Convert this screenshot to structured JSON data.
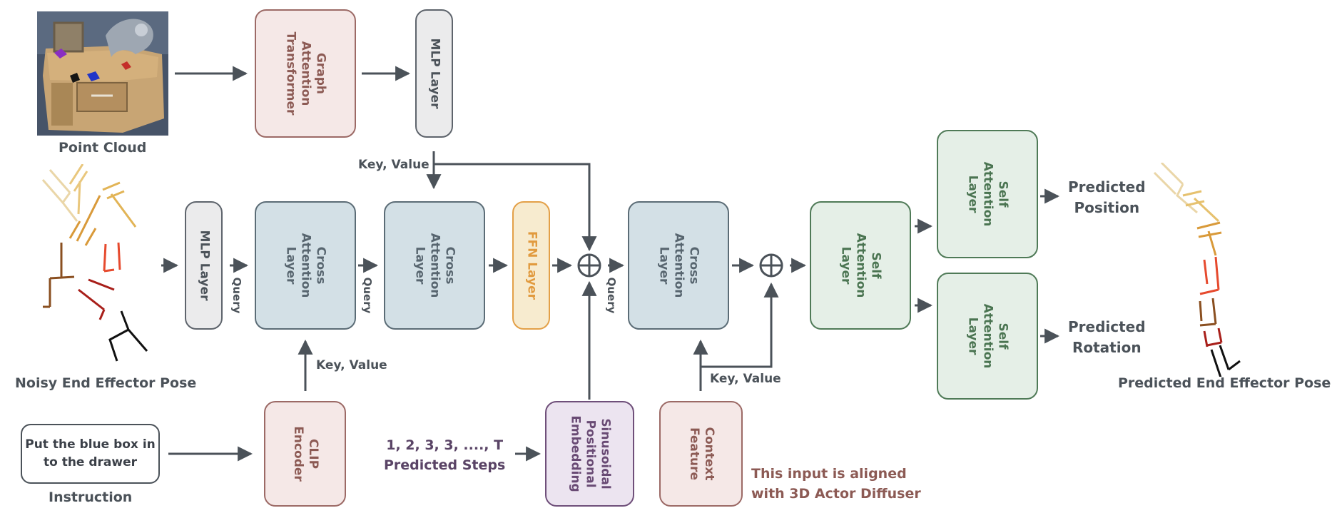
{
  "labels": {
    "point_cloud": "Point Cloud",
    "noisy_pose": "Noisy End Effector Pose",
    "instruction": "Instruction",
    "predicted_pose": "Predicted End Effector Pose",
    "predicted_position": "Predicted\nPosition",
    "predicted_rotation": "Predicted\nRotation",
    "steps": "1, 2, 3, 3, ...., T\nPredicted Steps",
    "note": "This input is aligned\nwith 3D Actor Diffuser",
    "instruction_text": "Put the blue box in\nto the drawer"
  },
  "edges": {
    "key_value": "Key, Value",
    "query": "Query"
  },
  "blocks": {
    "graph_attention": "Graph\nAttention\nTransformer",
    "mlp_top": "MLP Layer",
    "mlp_left": "MLP Layer",
    "cross1": "Cross\nAttention\nLayer",
    "cross2": "Cross\nAttention\nLayer",
    "ffn": "FFN Layer",
    "cross3": "Cross\nAttention\nLayer",
    "self_mid": "Self\nAttention\nLayer",
    "self_top": "Self\nAttention\nLayer",
    "self_bottom": "Self\nAttention\nLayer",
    "clip": "CLIP\nEncoder",
    "sinusoidal": "Sinusoidal\nPositional\nEmbedding",
    "context": "Context\nFeature"
  },
  "colors": {
    "arrow": "#4b5259",
    "note": "#8c5a54"
  }
}
